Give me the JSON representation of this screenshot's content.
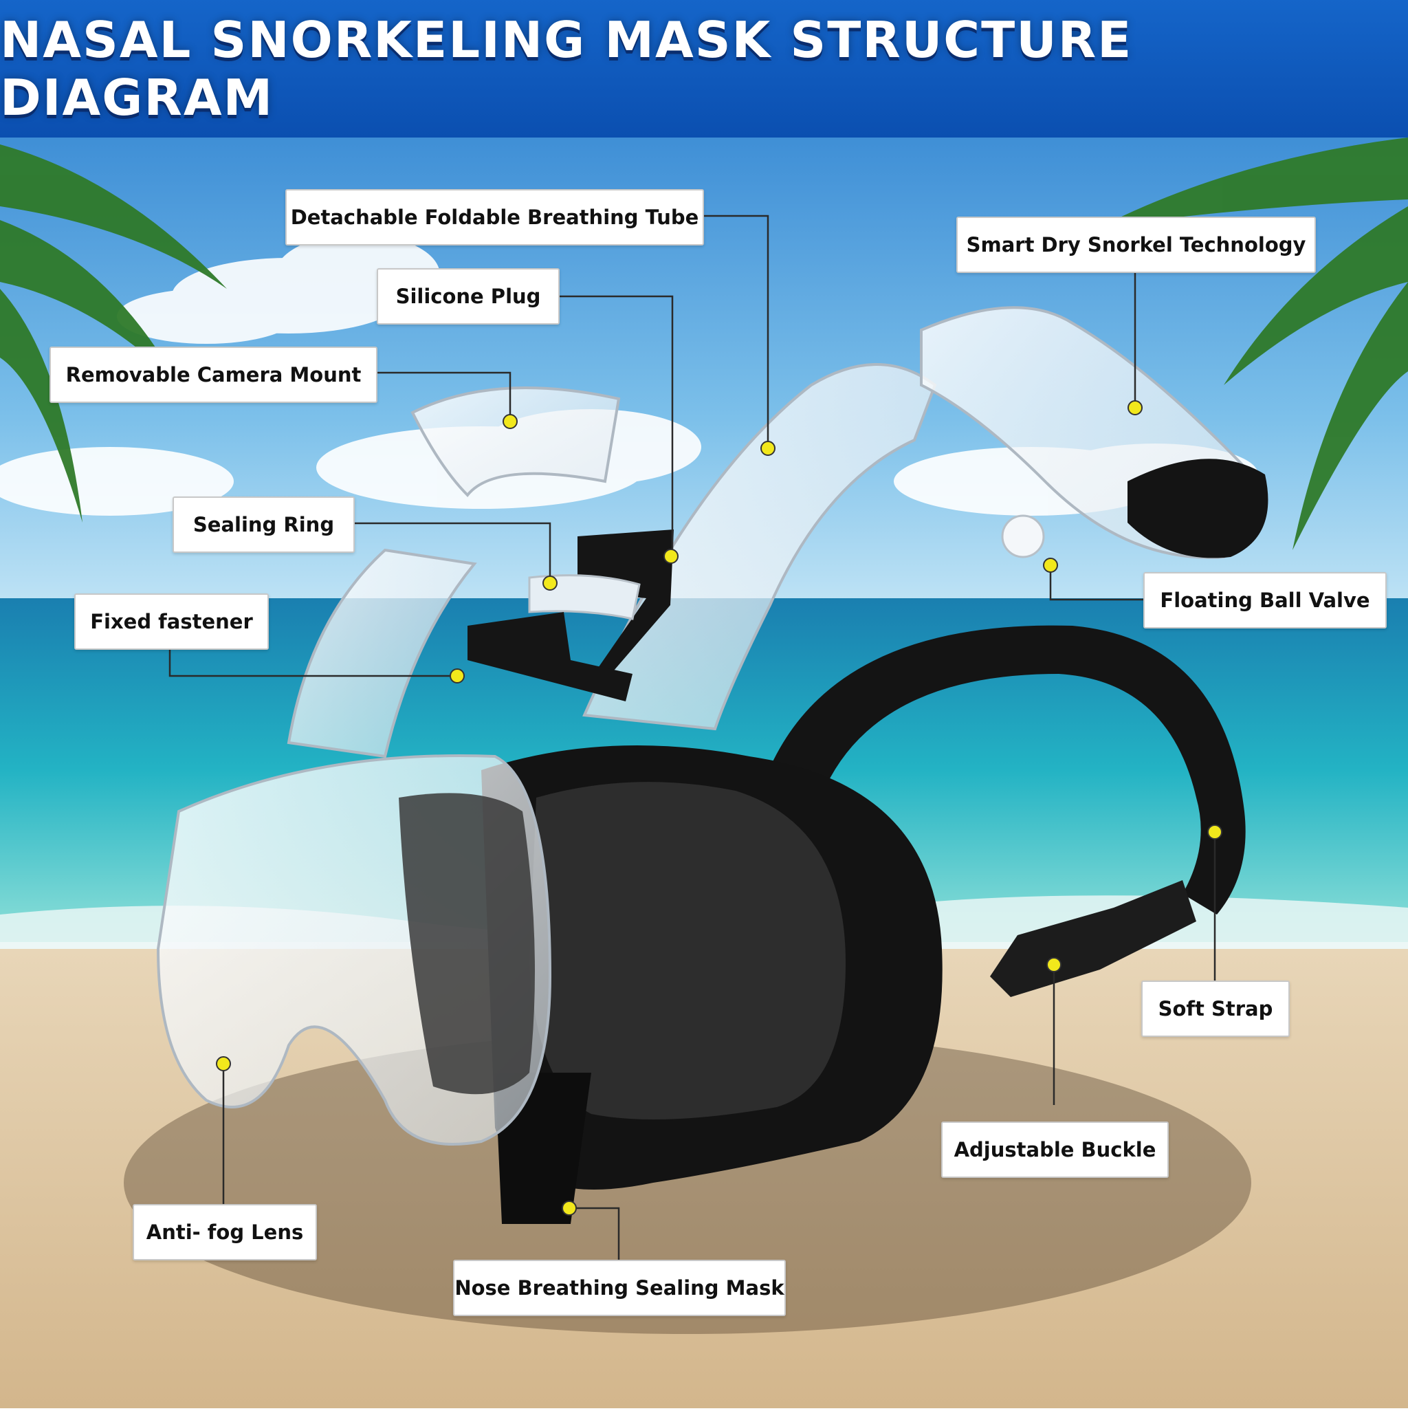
{
  "title": "NASAL SNORKELING MASK STRUCTURE DIAGRAM",
  "colors": {
    "header_blue": "#1565c9",
    "marker_yellow": "#f2e81c",
    "leader_line": "#2a2a2a"
  },
  "labels": {
    "breathing_tube": "Detachable Foldable Breathing Tube",
    "silicone_plug": "Silicone Plug",
    "camera_mount": "Removable Camera Mount",
    "sealing_ring": "Sealing Ring",
    "fixed_fastener": "Fixed fastener",
    "dry_snorkel": "Smart Dry Snorkel Technology",
    "floating_ball": "Floating Ball Valve",
    "soft_strap": "Soft Strap",
    "adjustable_buckle": "Adjustable Buckle",
    "anti_fog_lens": "Anti- fog Lens",
    "nose_mask": "Nose Breathing Sealing Mask"
  }
}
